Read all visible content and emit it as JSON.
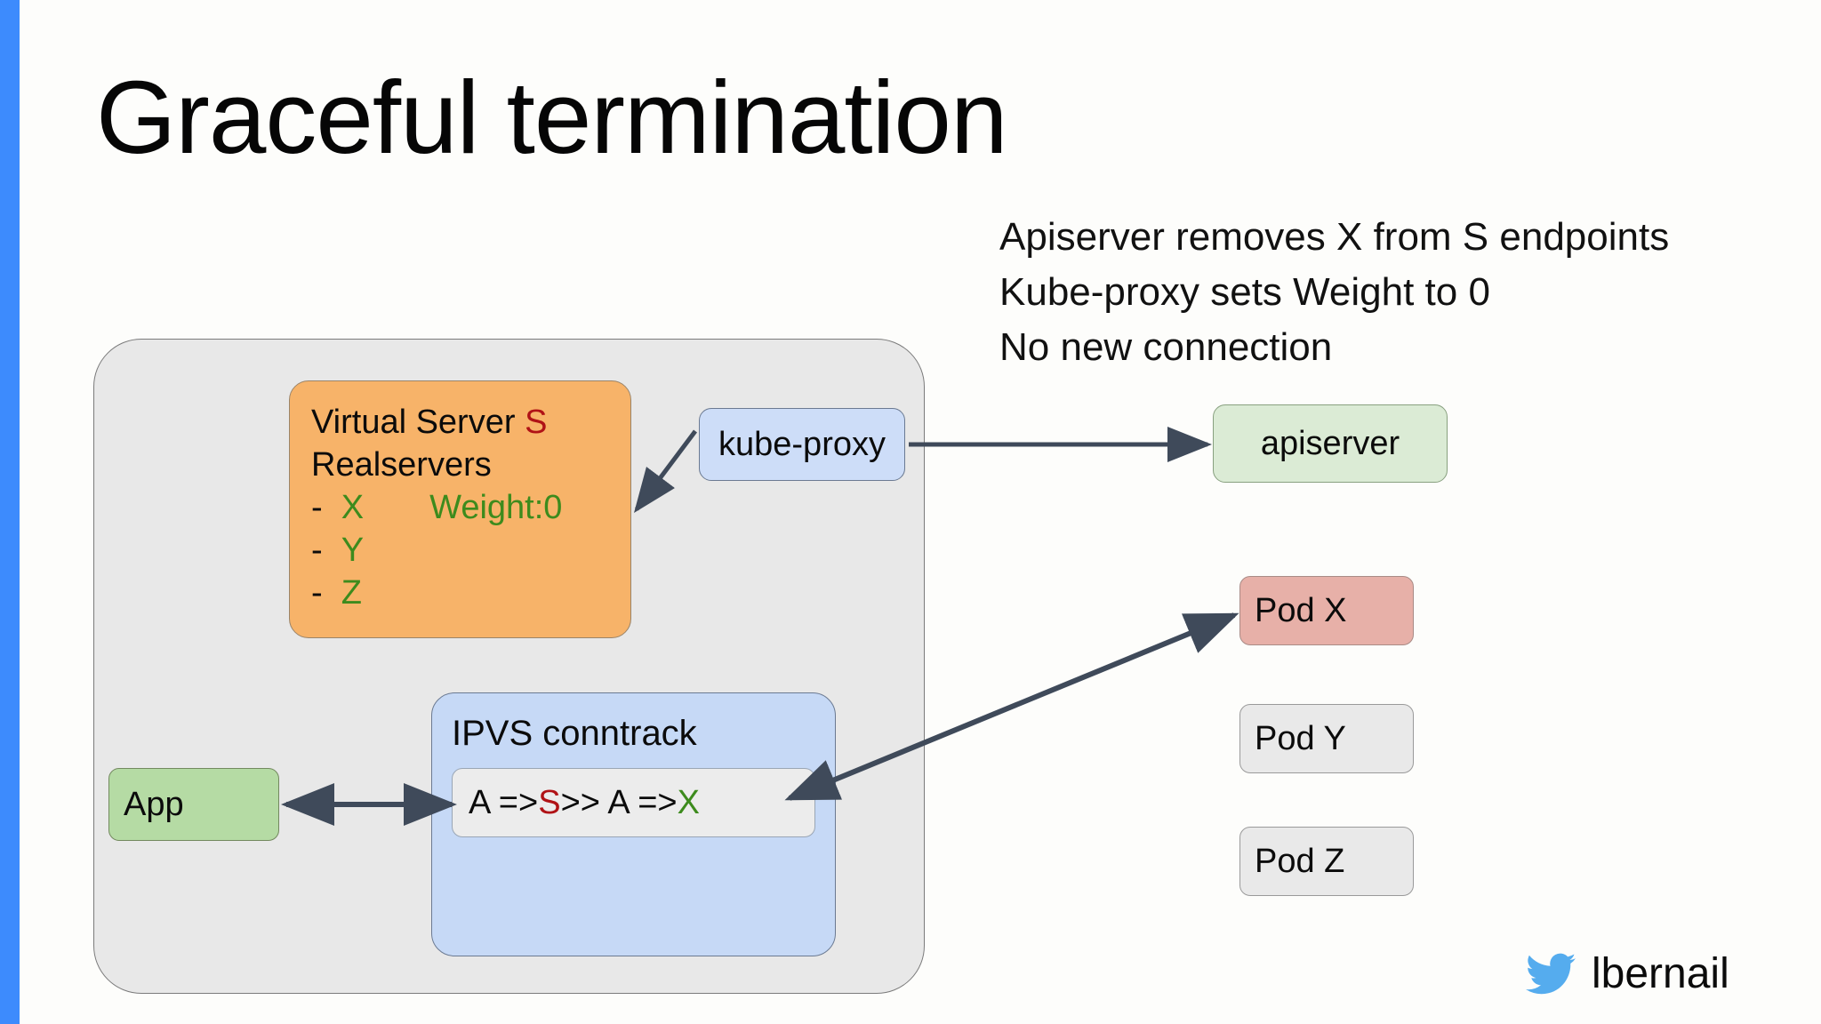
{
  "slide": {
    "title": "Graceful termination",
    "accent_color": "#3d8bfd",
    "background_color": "#fdfdfb"
  },
  "notes": [
    "Apiserver removes X from S endpoints",
    "Kube-proxy sets Weight to 0",
    "No new connection"
  ],
  "virtual_server": {
    "heading_prefix": "Virtual Server ",
    "heading_highlight": "S",
    "subheading": "Realservers",
    "realservers": [
      {
        "dash": "-",
        "name": "X",
        "weight": "Weight:0"
      },
      {
        "dash": "-",
        "name": "Y",
        "weight": ""
      },
      {
        "dash": "-",
        "name": "Z",
        "weight": ""
      }
    ],
    "fill_color": "#f7b369",
    "highlight_color": "#b01216",
    "realserver_color": "#3d8b1d"
  },
  "kube_proxy": {
    "label": "kube-proxy",
    "fill_color": "#cdddf8"
  },
  "apiserver": {
    "label": "apiserver",
    "fill_color": "#dbebd5"
  },
  "ipvs": {
    "heading": "IPVS conntrack",
    "entry": {
      "part1": "A => ",
      "service": "S",
      "part2": " >> A => ",
      "realserver": "X"
    },
    "fill_color": "#c6d9f6",
    "entry_fill_color": "#ececec"
  },
  "app": {
    "label": "App",
    "fill_color": "#b5dba4"
  },
  "pods": [
    {
      "label": "Pod X",
      "fill_color": "#e7b0a8",
      "state": "terminating"
    },
    {
      "label": "Pod Y",
      "fill_color": "#e9e9e9",
      "state": "ready"
    },
    {
      "label": "Pod Z",
      "fill_color": "#e9e9e9",
      "state": "ready"
    }
  ],
  "footer": {
    "handle": "lbernail",
    "icon_color": "#55acee"
  }
}
